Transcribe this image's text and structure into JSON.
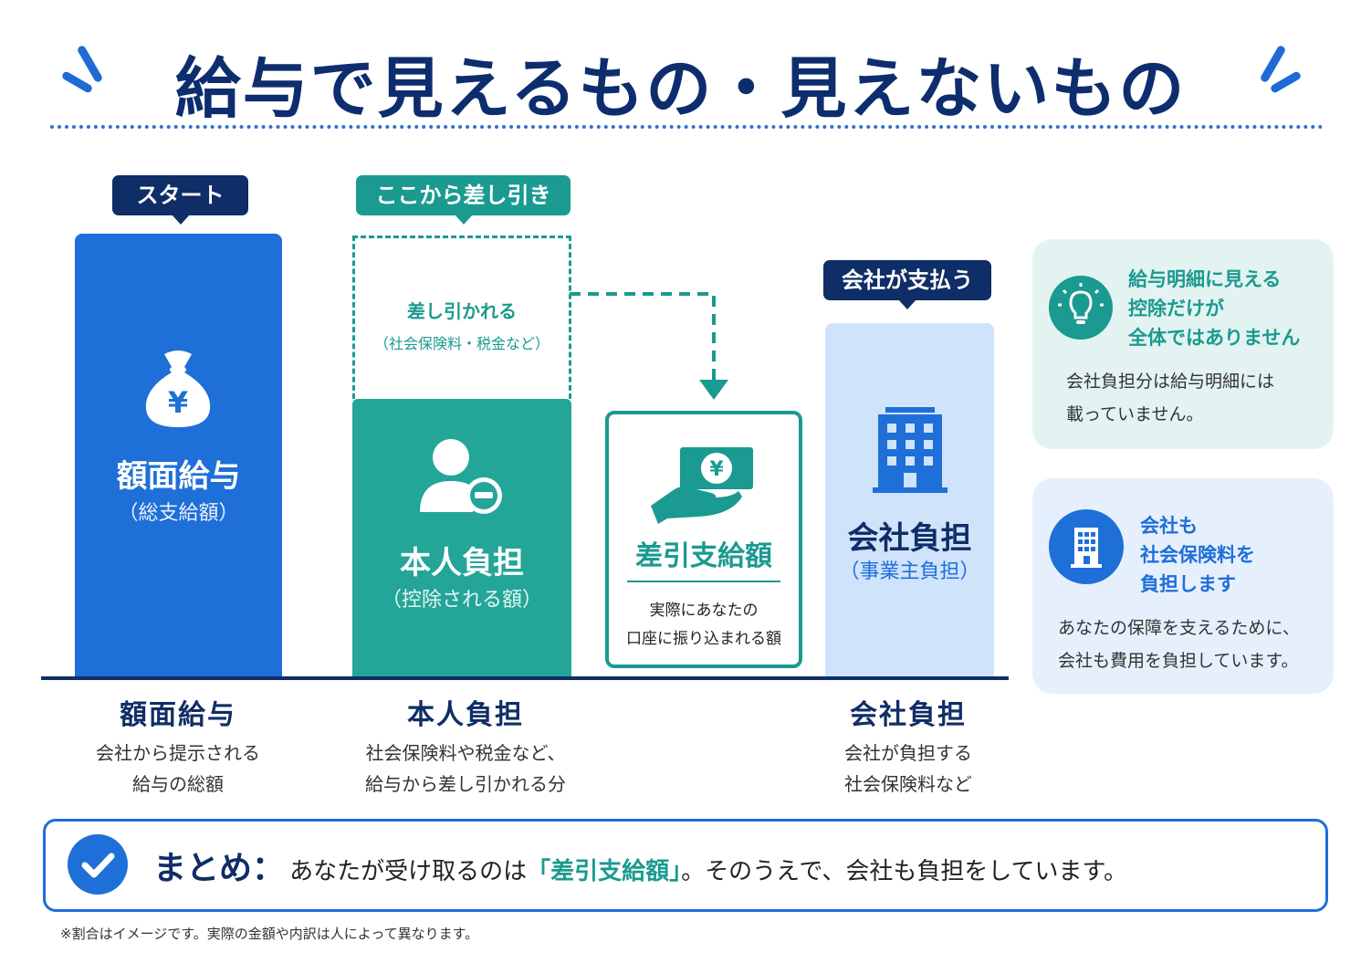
{
  "title": "給与で見えるもの・見えないもの",
  "colors": {
    "navy": "#0f2d66",
    "blue": "#1e6fd8",
    "teal": "#1a9a90",
    "light_blue": "#cfe3fb"
  },
  "tags": {
    "start": "スタート",
    "deduct": "ここから差し引き",
    "company_pays": "会社が支払う"
  },
  "bars": {
    "gross": {
      "icon": "money-bag-yen-icon",
      "label": "額面給与",
      "sub": "（総支給額）"
    },
    "deducted": {
      "label": "差し引かれる",
      "sub": "（社会保険料・税金など）"
    },
    "personal": {
      "icon": "person-minus-icon",
      "label": "本人負担",
      "sub": "（控除される額）"
    },
    "net": {
      "icon": "hand-money-yen-icon",
      "label": "差引支給額",
      "desc1": "実際にあなたの",
      "desc2": "口座に振り込まれる額"
    },
    "company": {
      "icon": "building-icon",
      "label": "会社負担",
      "sub": "（事業主負担）"
    }
  },
  "captions": [
    {
      "title": "額面給与",
      "line1": "会社から提示される",
      "line2": "給与の総額"
    },
    {
      "title": "本人負担",
      "line1": "社会保険料や税金など、",
      "line2": "給与から差し引かれる分"
    },
    {
      "title": "会社負担",
      "line1": "会社が負担する",
      "line2": "社会保険料など"
    }
  ],
  "cards": [
    {
      "icon": "lightbulb-icon",
      "head1": "給与明細に見える",
      "head2": "控除だけが",
      "head3": "全体ではありません",
      "body1": "会社負担分は給与明細には",
      "body2": "載っていません。"
    },
    {
      "icon": "building-icon",
      "head1": "会社も",
      "head2": "社会保険料を",
      "head3": "負担します",
      "body1": "あなたの保障を支えるために、",
      "body2": "会社も費用を負担しています。"
    }
  ],
  "summary": {
    "label": "まとめ：",
    "text_pre": "あなたが受け取るのは",
    "highlight": "「差引支給額」",
    "text_post": "。そのうえで、会社も負担をしています。"
  },
  "note": "※割合はイメージです。実際の金額や内訳は人によって異なります。"
}
